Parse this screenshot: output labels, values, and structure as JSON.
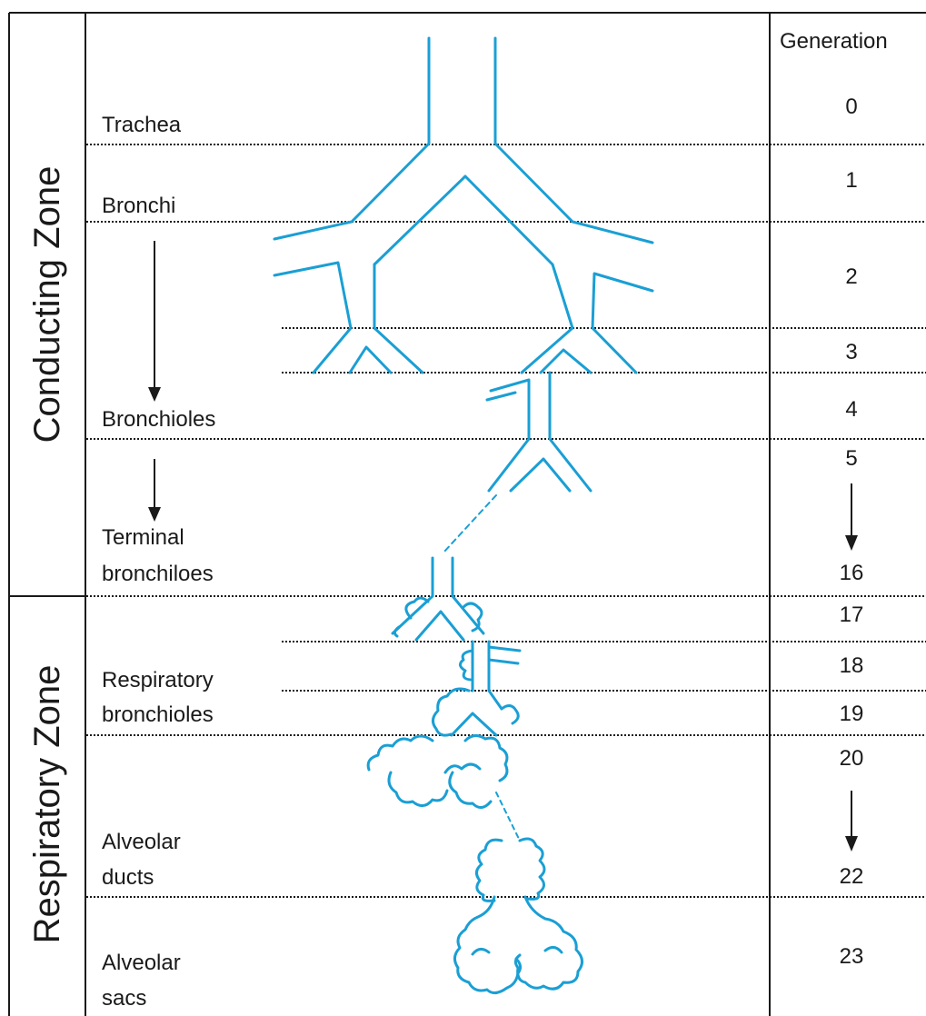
{
  "zones": {
    "conducting": "Conducting Zone",
    "respiratory": "Respiratory Zone"
  },
  "header": {
    "generation": "Generation"
  },
  "structures": {
    "trachea": "Trachea",
    "bronchi": "Bronchi",
    "bronchioles": "Bronchioles",
    "terminal_1": "Terminal",
    "terminal_2": "bronchiloes",
    "respiratory_1": "Respiratory",
    "respiratory_2": "bronchioles",
    "ducts_1": "Alveolar",
    "ducts_2": "ducts",
    "sacs_1": "Alveolar",
    "sacs_2": "sacs"
  },
  "generations": [
    "0",
    "1",
    "2",
    "3",
    "4",
    "5",
    "16",
    "17",
    "18",
    "19",
    "20",
    "22",
    "23"
  ],
  "colors": {
    "airway": "#1a9fd4",
    "text": "#1a1a1a",
    "lines": "#1a1a1a"
  }
}
